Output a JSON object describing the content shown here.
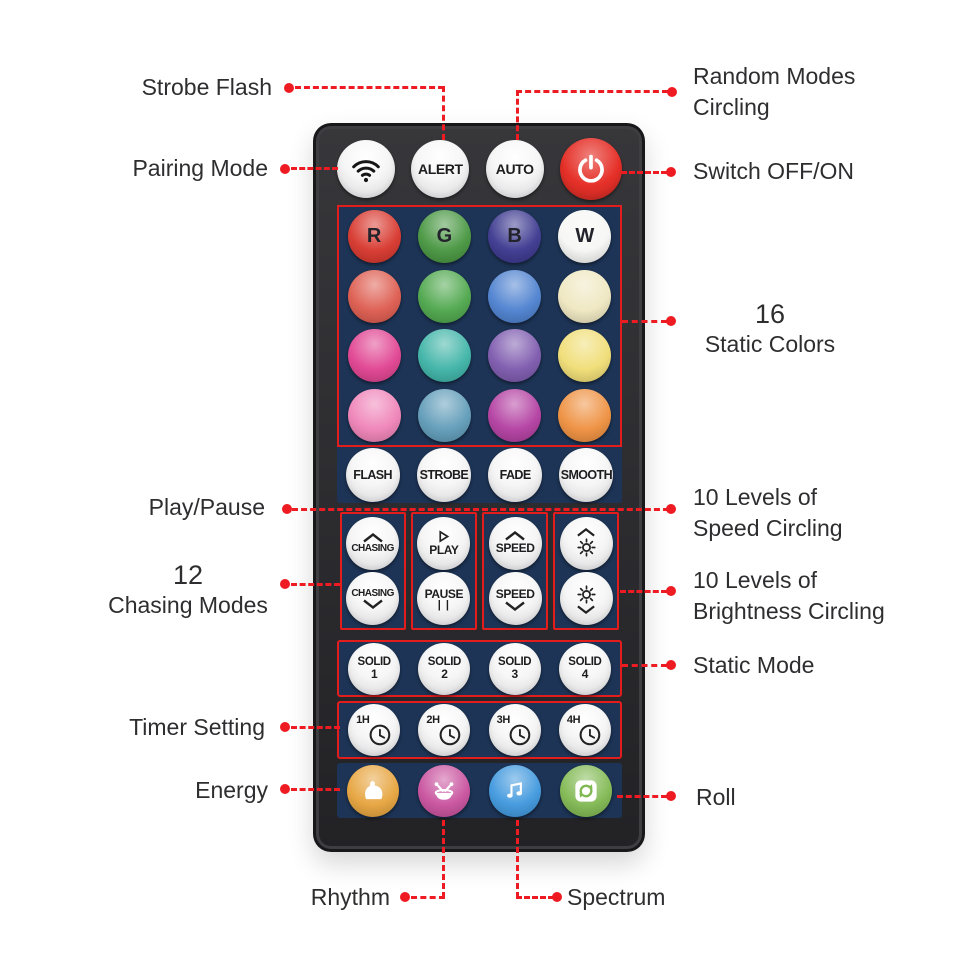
{
  "annotation": {
    "color": "#ee1b22",
    "labels": {
      "strobe_flash": "Strobe Flash",
      "pairing_mode": "Pairing Mode",
      "random_modes": {
        "line1": "Random Modes",
        "line2": "Circling"
      },
      "switch_off_on": "Switch OFF/ON",
      "static_colors": {
        "count": "16",
        "text": "Static Colors"
      },
      "play_pause": "Play/Pause",
      "speed_levels": {
        "line1": "10 Levels of",
        "line2": "Speed Circling"
      },
      "chasing_modes": {
        "count": "12",
        "text": "Chasing Modes"
      },
      "brightness_levels": {
        "line1": "10 Levels of",
        "line2": "Brightness Circling"
      },
      "static_mode": "Static Mode",
      "timer_setting": "Timer Setting",
      "energy": "Energy",
      "roll": "Roll",
      "rhythm": "Rhythm",
      "spectrum": "Spectrum"
    }
  },
  "remote": {
    "body_color": "#28282c",
    "panel_color": "#1d3456",
    "outline_color": "#e31c1c",
    "power_color": "#e53028",
    "top_row": {
      "alert": "ALERT",
      "auto": "AUTO"
    },
    "color_buttons": [
      {
        "label": "R",
        "color": "#d7352b"
      },
      {
        "label": "G",
        "color": "#46953f"
      },
      {
        "label": "B",
        "color": "#3a368e"
      },
      {
        "label": "W",
        "color": "#f6f6f4"
      },
      {
        "label": "",
        "color": "#dd5a4d"
      },
      {
        "label": "",
        "color": "#4da64b"
      },
      {
        "label": "",
        "color": "#4c80cf"
      },
      {
        "label": "",
        "color": "#efe7c0"
      },
      {
        "label": "",
        "color": "#e04190"
      },
      {
        "label": "",
        "color": "#3db3a6"
      },
      {
        "label": "",
        "color": "#7c58ad"
      },
      {
        "label": "",
        "color": "#f0dd74"
      },
      {
        "label": "",
        "color": "#ef82b7"
      },
      {
        "label": "",
        "color": "#5f9bb8"
      },
      {
        "label": "",
        "color": "#b23da0"
      },
      {
        "label": "",
        "color": "#ee8f3e"
      }
    ],
    "mode_row": [
      "FLASH",
      "STROBE",
      "FADE",
      "SMOOTH"
    ],
    "controls": {
      "chasing_up": "CHASING",
      "chasing_down": "CHASING",
      "play": "PLAY",
      "pause": "PAUSE",
      "pause_bars": "| |",
      "speed_up": "SPEED",
      "speed_down": "SPEED"
    },
    "solid_row": [
      {
        "label": "SOLID",
        "num": "1"
      },
      {
        "label": "SOLID",
        "num": "2"
      },
      {
        "label": "SOLID",
        "num": "3"
      },
      {
        "label": "SOLID",
        "num": "4"
      }
    ],
    "timer_row": [
      "1H",
      "2H",
      "3H",
      "4H"
    ],
    "bottom_row": [
      {
        "icon": "muscle-icon",
        "color": "#e6a33c"
      },
      {
        "icon": "drum-icon",
        "color": "#c8509d"
      },
      {
        "icon": "music-note-icon",
        "color": "#3e97dd"
      },
      {
        "icon": "loop-icon",
        "color": "#80b851"
      }
    ]
  }
}
